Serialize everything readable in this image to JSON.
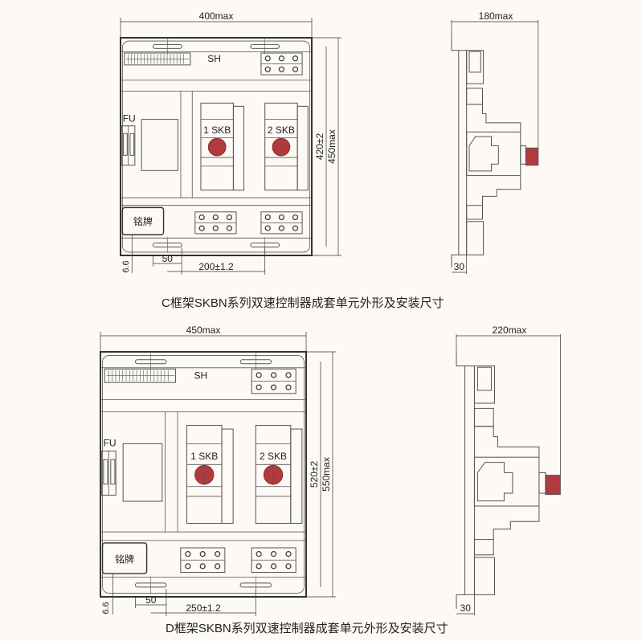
{
  "colors": {
    "line": "#555555",
    "knob": "#b23a3e",
    "bg": "#fdf9f5"
  },
  "figures": [
    {
      "caption": "C框架SKBN系列双速控制器成套单元外形及安装尺寸",
      "width_dim": "400max",
      "inner_height_dim": "420±2",
      "height_dim": "450max",
      "offset_dim": "6.6",
      "slot_dim": "50",
      "slot_pitch_dim": "200±1.2",
      "depth_dim": "180max",
      "base_dim": "30",
      "sh_label": "SH",
      "fu_label": "FU",
      "module1": "1 SKB",
      "module2": "2 SKB",
      "nameplate": "铭牌"
    },
    {
      "caption": "D框架SKBN系列双速控制器成套单元外形及安装尺寸",
      "width_dim": "450max",
      "inner_height_dim": "520±2",
      "height_dim": "550max",
      "offset_dim": "6.6",
      "slot_dim": "50",
      "slot_pitch_dim": "250±1.2",
      "depth_dim": "220max",
      "base_dim": "30",
      "sh_label": "SH",
      "fu_label": "FU",
      "module1": "1 SKB",
      "module2": "2 SKB",
      "nameplate": "铭牌"
    }
  ]
}
